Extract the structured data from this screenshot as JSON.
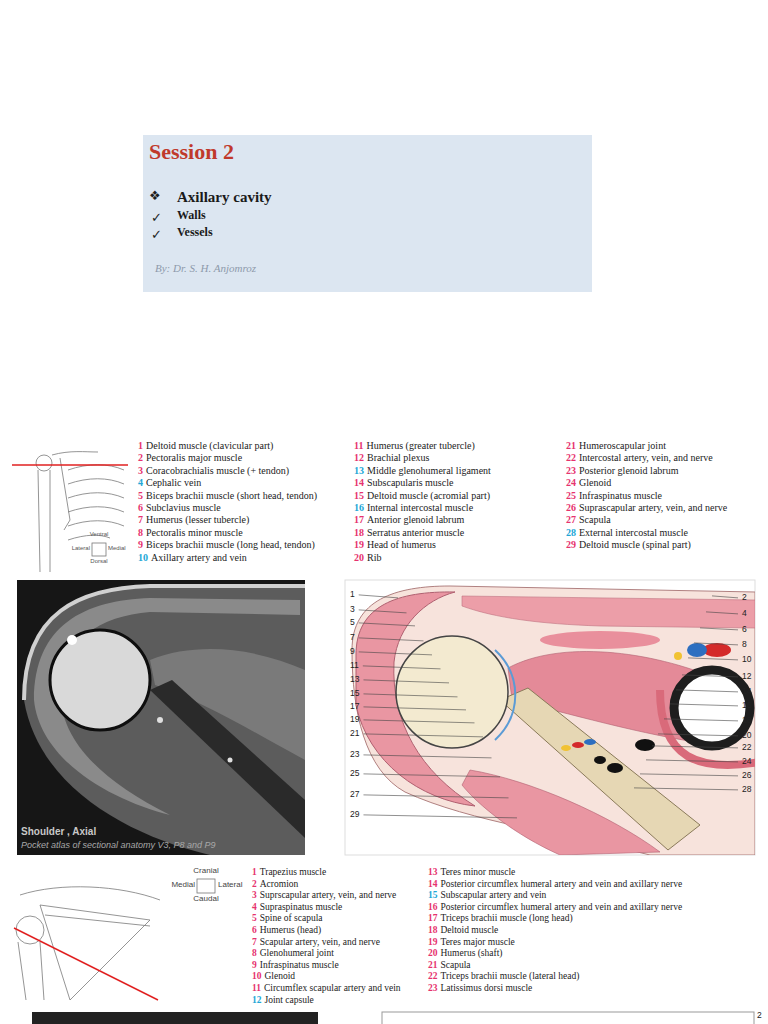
{
  "diagram": {
    "nodes": [
      {
        "text": [
          "Session 2",
          "Axillary cavity",
          "Walls",
          "Vessels",
          "By: Dr. S. H. Anjomroz"
        ]
      },
      {
        "text": [
          "Shoulder , Axial",
          "Pocket atlas of sectional anatomy V3, P8 and P9"
        ]
      }
    ],
    "labels": [
      "❖",
      "✓",
      "✓",
      "Ventral",
      "Lateral",
      "Medial",
      "Dorsal",
      "1",
      "Deltoid muscle (clavicular part)",
      "2",
      "Pectoralis major muscle",
      "3",
      "Coracobrachialis muscle (+ tendon)",
      "4",
      "Cephalic vein",
      "5",
      "Biceps brachii muscle (short head, tendon)",
      "6",
      "Subclavius muscle",
      "7",
      "Humerus (lesser tubercle)",
      "8",
      "Pectoralis minor muscle",
      "9",
      "Biceps brachii muscle (long head, tendon)",
      "10",
      "Axillary artery and vein",
      "11",
      "Humerus (greater tubercle)",
      "12",
      "Brachial plexus",
      "13",
      "Middle glenohumeral ligament",
      "14",
      "Subscapularis muscle",
      "15",
      "Deltoid muscle (acromial part)",
      "16",
      "Internal intercostal muscle",
      "17",
      "Anterior glenoid labrum",
      "18",
      "Serratus anterior muscle",
      "19",
      "Head of humerus",
      "20",
      "Rib",
      "21",
      "Humeroscapular joint",
      "22",
      "Intercostal artery, vein, and nerve",
      "23",
      "Posterior glenoid labrum",
      "24",
      "Glenoid",
      "25",
      "Infraspinatus muscle",
      "26",
      "Suprascapular artery, vein, and nerve",
      "27",
      "Scapula",
      "28",
      "External intercostal muscle",
      "29",
      "Deltoid muscle (spinal part)",
      "1",
      "2",
      "3",
      "4",
      "5",
      "6",
      "7",
      "8",
      "9",
      "10",
      "11",
      "12",
      "13",
      "14",
      "15",
      "16",
      "17",
      "18",
      "19",
      "20",
      "21",
      "22",
      "23",
      "24",
      "25",
      "26",
      "27",
      "28",
      "29",
      "Cranial",
      "Medial",
      "Lateral",
      "Caudal",
      "1",
      "Trapezius muscle",
      "2",
      "Acromion",
      "3",
      "Suprscapular artery, vein, and nerve",
      "4",
      "Supraspinatus muscle",
      "5",
      "Spine of scapula",
      "6",
      "Humerus (head)",
      "7",
      "Scapular artery, vein, and nerve",
      "8",
      "Glenohumeral joint",
      "9",
      "Infraspinatus muscle",
      "10",
      "Glenoid",
      "11",
      "Circumflex scapular artery and vein",
      "12",
      "Joint capsule",
      "13",
      "Teres minor muscle",
      "14",
      "Posterior circumflex humeral artery and vein and axillary nerve",
      "15",
      "Subscapular artery and vein",
      "16",
      "Posterior circumflex humeral artery and vein and axillary nerve",
      "17",
      "Triceps brachii muscle (long head)",
      "18",
      "Deltoid muscle",
      "19",
      "Teres major muscle",
      "20",
      "Humerus (shaft)",
      "21",
      "Scapula",
      "22",
      "Triceps brachii muscle (lateral head)",
      "23",
      "Latissimus dorsi muscle",
      "2"
    ]
  }
}
